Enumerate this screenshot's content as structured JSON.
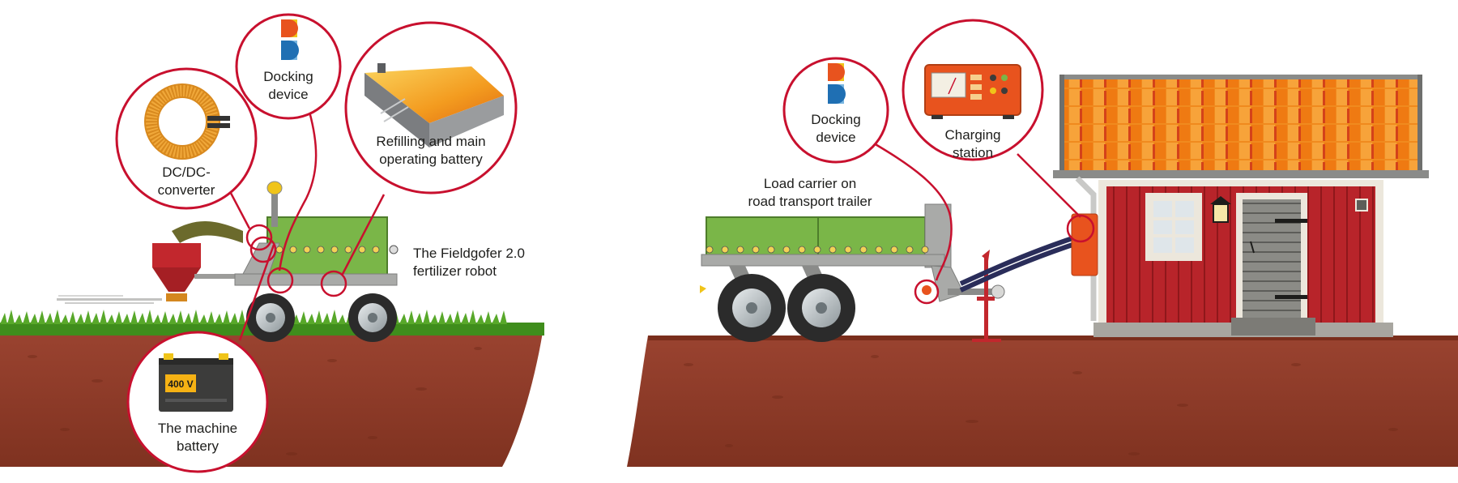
{
  "left_scene": {
    "callouts": {
      "dc_converter": [
        "DC/DC-",
        "converter"
      ],
      "docking_device": [
        "Docking",
        "device"
      ],
      "refilling_battery": [
        "Refilling and main",
        "operating battery"
      ],
      "machine_battery": [
        "The machine",
        "battery"
      ]
    },
    "battery_voltage": "400 V",
    "robot_label": [
      "The Fieldgofer 2.0",
      "fertilizer robot"
    ]
  },
  "right_scene": {
    "callouts": {
      "docking_device": [
        "Docking",
        "device"
      ],
      "charging_station": [
        "Charging",
        "station"
      ]
    },
    "trailer_label": [
      "Load carrier on",
      "road transport trailer"
    ]
  },
  "colors": {
    "callout_ring": "#c8102e",
    "soil": "#8e3b27",
    "grass": "#3f8d1c",
    "robot_green": "#7ab648",
    "frame_grey": "#a9aaa8",
    "house_red": "#b8242a",
    "roof_orange": "#ef7d1a",
    "docking_orange": "#e8531e",
    "docking_blue": "#1f6fb3"
  },
  "icons": [
    "toroid-coil-icon",
    "docking-device-icon",
    "battery-pack-icon",
    "car-battery-icon",
    "charger-icon",
    "lantern-icon"
  ]
}
